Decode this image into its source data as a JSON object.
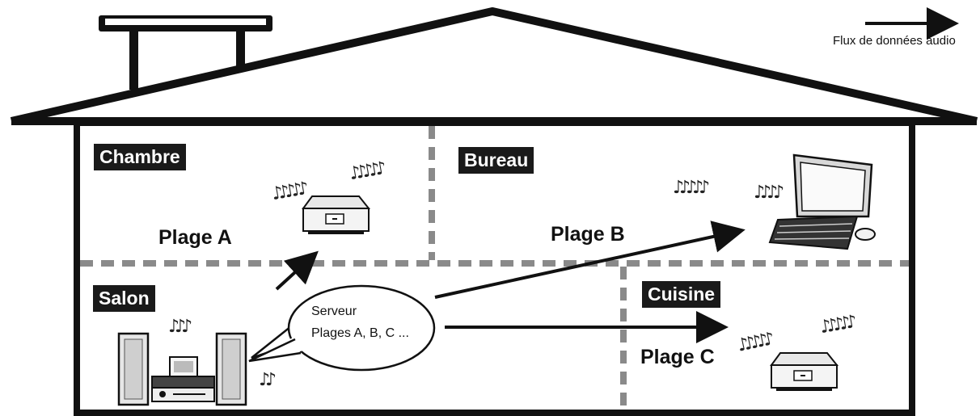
{
  "legend": {
    "label": "Flux de données audio"
  },
  "rooms": {
    "chambre": "Chambre",
    "bureau": "Bureau",
    "salon": "Salon",
    "cuisine": "Cuisine"
  },
  "tracks": {
    "a": "Plage A",
    "b": "Plage B",
    "c": "Plage C"
  },
  "server": {
    "line1": "Serveur",
    "line2": "Plages A, B, C ..."
  },
  "icons": {
    "music_note": "music-note-icon",
    "arrow": "arrow-icon"
  }
}
